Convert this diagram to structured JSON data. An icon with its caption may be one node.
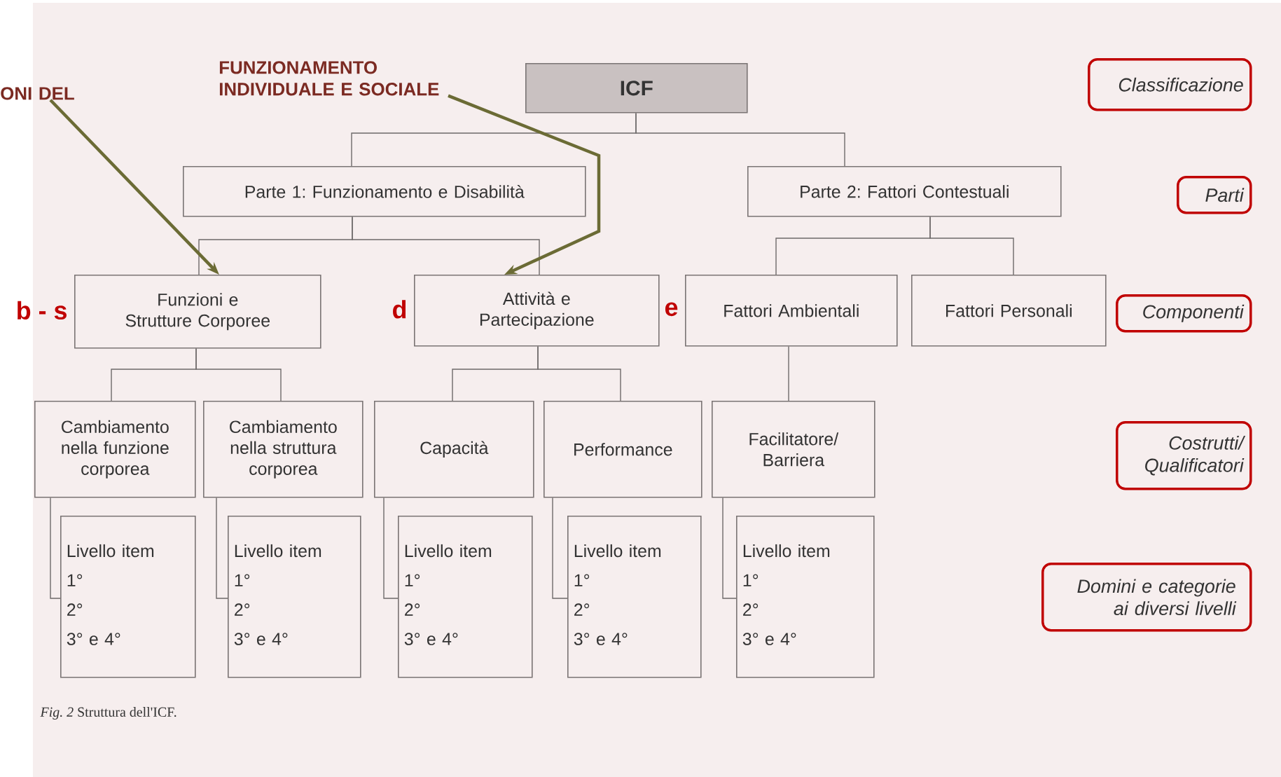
{
  "diagram": {
    "caption": "*Fig. 2* Struttura dell'ICF.",
    "nodes": [
      {
        "text": [
          "ICF"
        ]
      },
      {
        "text": [
          "Parte 1: Funzionamento e Disabilità"
        ]
      },
      {
        "text": [
          "Parte 2: Fattori Contestuali"
        ]
      },
      {
        "text": [
          "Funzioni e Strutture Corporee"
        ],
        "beside": [
          "b - s"
        ]
      },
      {
        "text": [
          "Attività e Partecipazione"
        ],
        "beside": [
          "d"
        ]
      },
      {
        "text": [
          "Fattori Ambientali"
        ],
        "beside": [
          "e"
        ]
      },
      {
        "text": [
          "Fattori Personali"
        ]
      },
      {
        "text": [
          "Cambiamento nella funzione corporea"
        ]
      },
      {
        "text": [
          "Cambiamento nella struttura corporea"
        ]
      },
      {
        "text": [
          "Capacità"
        ]
      },
      {
        "text": [
          "Performance"
        ]
      },
      {
        "text": [
          "Facilitatore/ Barriera"
        ]
      },
      {
        "text": [
          "Livello item",
          "1°",
          "2°",
          "3° e 4°"
        ]
      },
      {
        "text": [
          "Livello item",
          "1°",
          "2°",
          "3° e 4°"
        ]
      },
      {
        "text": [
          "Livello item",
          "1°",
          "2°",
          "3° e 4°"
        ]
      },
      {
        "text": [
          "Livello item",
          "1°",
          "2°",
          "3° e 4°"
        ]
      },
      {
        "text": [
          "Livello item",
          "1°",
          "2°",
          "3° e 4°"
        ]
      },
      {
        "text": [
          "ONI DEL"
        ]
      },
      {
        "text": [
          "FUNZIONAMENTO INDIVIDUALE E SOCIALE"
        ]
      },
      {
        "text": [
          "Classificazione"
        ]
      },
      {
        "text": [
          "Parti"
        ]
      },
      {
        "text": [
          "Componenti"
        ]
      },
      {
        "text": [
          "Costrutti/ Qualificatori"
        ]
      },
      {
        "text": [
          "Domini e categorie ai diversi livelli"
        ]
      }
    ],
    "edges": [
      {
        "from": 0,
        "to": 1,
        "arrow": "none"
      },
      {
        "from": 0,
        "to": 2,
        "arrow": "none"
      },
      {
        "from": 1,
        "to": 3,
        "arrow": "none"
      },
      {
        "from": 1,
        "to": 4,
        "arrow": "none"
      },
      {
        "from": 2,
        "to": 5,
        "arrow": "none"
      },
      {
        "from": 2,
        "to": 6,
        "arrow": "none"
      },
      {
        "from": 3,
        "to": 7,
        "arrow": "none"
      },
      {
        "from": 3,
        "to": 8,
        "arrow": "none"
      },
      {
        "from": 4,
        "to": 9,
        "arrow": "none"
      },
      {
        "from": 4,
        "to": 10,
        "arrow": "none"
      },
      {
        "from": 5,
        "to": 11,
        "arrow": "none"
      },
      {
        "from": 7,
        "to": 12,
        "arrow": "none"
      },
      {
        "from": 8,
        "to": 13,
        "arrow": "none"
      },
      {
        "from": 9,
        "to": 14,
        "arrow": "none"
      },
      {
        "from": 10,
        "to": 15,
        "arrow": "none"
      },
      {
        "from": 11,
        "to": 16,
        "arrow": "none"
      },
      {
        "from": 17,
        "to": 3,
        "arrow": "to",
        "style": "thick",
        "color": "#6b6b35"
      },
      {
        "from": 18,
        "to": 4,
        "arrow": "to",
        "style": "thick",
        "color": "#6b6b35"
      }
    ]
  }
}
